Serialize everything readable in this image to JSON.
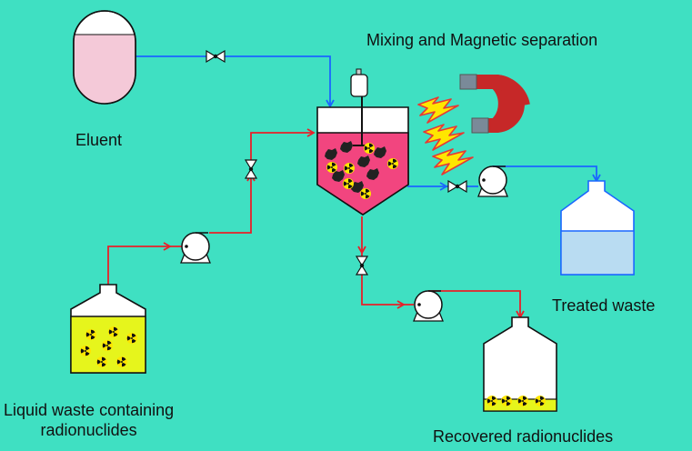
{
  "labels": {
    "eluent": "Eluent",
    "mixing": "Mixing and Magnetic separation",
    "treated": "Treated waste",
    "liquid_waste_line1": "Liquid waste containing",
    "liquid_waste_line2": "radionuclides",
    "recovered": "Recovered radionuclides"
  },
  "colors": {
    "background": "#3fe0c2",
    "blue_line": "#1a66ff",
    "red_line": "#e8202a",
    "eluent_fill": "#f4c9d8",
    "reactor_fill": "#f2457f",
    "waste_fill": "#e6f51c",
    "treated_fill": "#b9dcf2",
    "magnet_red": "#c62828",
    "magnet_gray": "#7a8a99",
    "bolt_fill": "#ffe600",
    "bolt_stroke": "#e53935"
  },
  "icons": [
    "radiation-icon",
    "magnet-icon",
    "lightning-bolt-icon",
    "pump-icon",
    "valve-icon",
    "stirrer-motor-icon"
  ]
}
